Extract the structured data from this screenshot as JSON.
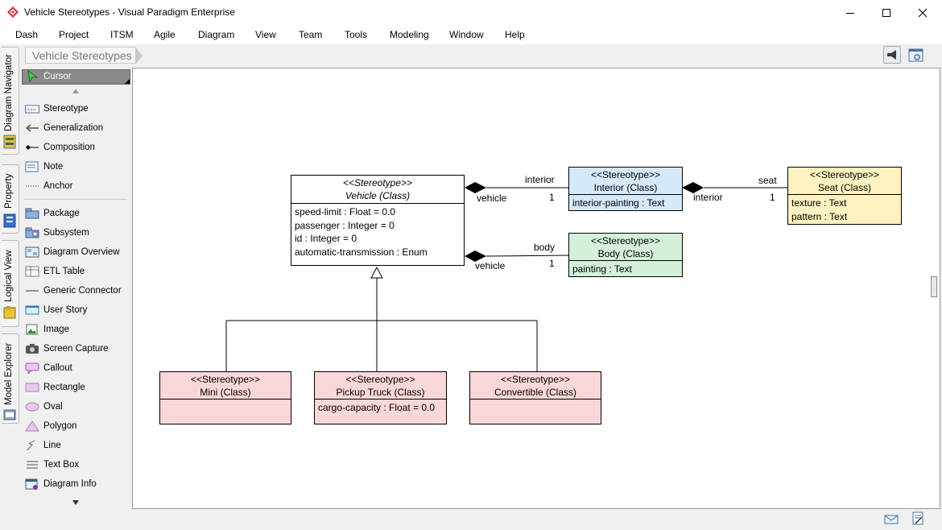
{
  "window": {
    "title": "Vehicle Stereotypes - Visual Paradigm Enterprise",
    "minimize_icon": "minimize-icon",
    "maximize_icon": "maximize-icon",
    "close_icon": "close-icon"
  },
  "menu": [
    "Dash",
    "Project",
    "ITSM",
    "Agile",
    "Diagram",
    "View",
    "Team",
    "Tools",
    "Modeling",
    "Window",
    "Help"
  ],
  "side_tabs": [
    "Diagram Navigator",
    "Property",
    "Logical View",
    "Model Explorer"
  ],
  "breadcrumb": "Vehicle Stereotypes",
  "palette": {
    "cursor": "Cursor",
    "tools": [
      "Stereotype",
      "Generalization",
      "Composition",
      "Note",
      "Anchor"
    ],
    "tools2": [
      "Package",
      "Subsystem",
      "Diagram Overview",
      "ETL Table",
      "Generic Connector",
      "User Story",
      "Image",
      "Screen Capture",
      "Callout",
      "Rectangle",
      "Oval",
      "Polygon",
      "Line",
      "Text Box",
      "Diagram Info"
    ]
  },
  "diagram": {
    "vehicle": {
      "stereotype": "<<Stereotype>>",
      "name": "Vehicle (Class)",
      "attrs": [
        "speed-limit : Float = 0.0",
        "passenger : Integer = 0",
        "id : Integer = 0",
        "automatic-transmission : Enum"
      ]
    },
    "interior": {
      "stereotype": "<<Stereotype>>",
      "name": "Interior (Class)",
      "attrs": [
        "interior-painting : Text"
      ],
      "color": "#d6e9f8"
    },
    "seat": {
      "stereotype": "<<Stereotype>>",
      "name": "Seat (Class)",
      "attrs": [
        "texture : Text",
        "pattern : Text"
      ],
      "color": "#fff2c0"
    },
    "body": {
      "stereotype": "<<Stereotype>>",
      "name": "Body (Class)",
      "attrs": [
        "painting : Text"
      ],
      "color": "#d4f0d9"
    },
    "mini": {
      "stereotype": "<<Stereotype>>",
      "name": "Mini (Class)",
      "attrs": [],
      "color": "#f9d7d7"
    },
    "pickup": {
      "stereotype": "<<Stereotype>>",
      "name": "Pickup Truck (Class)",
      "attrs": [
        "cargo-capacity : Float = 0.0"
      ],
      "color": "#f9d7d7"
    },
    "convertible": {
      "stereotype": "<<Stereotype>>",
      "name": "Convertible (Class)",
      "attrs": [],
      "color": "#f9d7d7"
    },
    "assoc_vehicle_interior": {
      "end1": "vehicle",
      "role": "interior",
      "mult": "1"
    },
    "assoc_interior_seat": {
      "end1": "interior",
      "role": "seat",
      "mult": "1"
    },
    "assoc_vehicle_body": {
      "end1": "vehicle",
      "role": "body",
      "mult": "1"
    }
  },
  "status_icons": [
    "mail-icon",
    "notes-icon"
  ]
}
